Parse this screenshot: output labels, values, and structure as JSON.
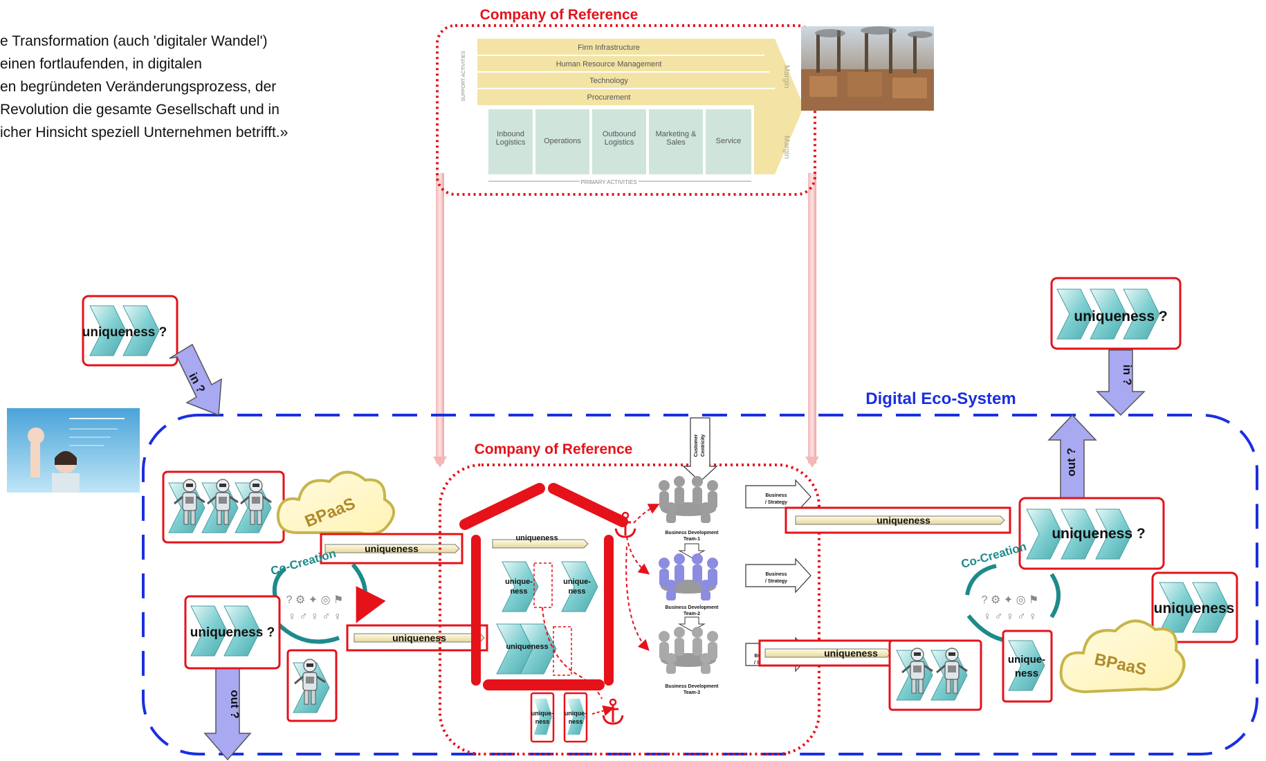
{
  "quote_lines": [
    "e Transformation (auch 'digitaler Wandel')",
    " einen fortlaufenden, in digitalen",
    "en begründeten Veränderungsprozess, der",
    " Revolution die gesamte Gesellschaft und in",
    "icher Hinsicht speziell Unternehmen betrifft.»"
  ],
  "company_top_title": "Company of Reference",
  "company_inner_title": "Company of Reference",
  "ecosystem_title": "Digital Eco-System",
  "value_chain": {
    "support_label": "SUPPORT ACTIVITIES",
    "support": [
      "Firm Infrastructure",
      "Human Resource Management",
      "Technology",
      "Procurement"
    ],
    "primary": [
      "Inbound Logistics",
      "Operations",
      "Outbound Logistics",
      "Marketing & Sales",
      "Service"
    ],
    "primary_label": "PRIMARY ACTIVITIES",
    "margin": "Margin"
  },
  "labels": {
    "uniqueness_q": "uniqueness ?",
    "uniqueness": "uniqueness",
    "unique_ness_a": "unique-",
    "unique_ness_b": "ness",
    "in_q": "in ?",
    "out_q": "out ?",
    "co_creation": "Co-Creation",
    "bpaas": "BPaaS",
    "customer_centricity_a": "Customer",
    "customer_centricity_b": "Centricity",
    "business_strategy_a": "Business",
    "business_strategy_b": "/ Strategy",
    "bd_team_1a": "Business Development",
    "bd_team_1b": "Team-1",
    "bd_team_2a": "Business Development",
    "bd_team_2b": "Team-2",
    "bd_team_3a": "Business Development",
    "bd_team_3b": "Team-3"
  },
  "colors": {
    "red": "#e5121a",
    "blue": "#1a2fe0",
    "lavender": "#a9a9f2",
    "teal_chevron": "#6fc6c9",
    "value_chain_tan": "#f3e4a5",
    "value_chain_teal": "#cfe5dc",
    "co_creation": "#1e8a8a",
    "cloud": "#c7b54a"
  }
}
